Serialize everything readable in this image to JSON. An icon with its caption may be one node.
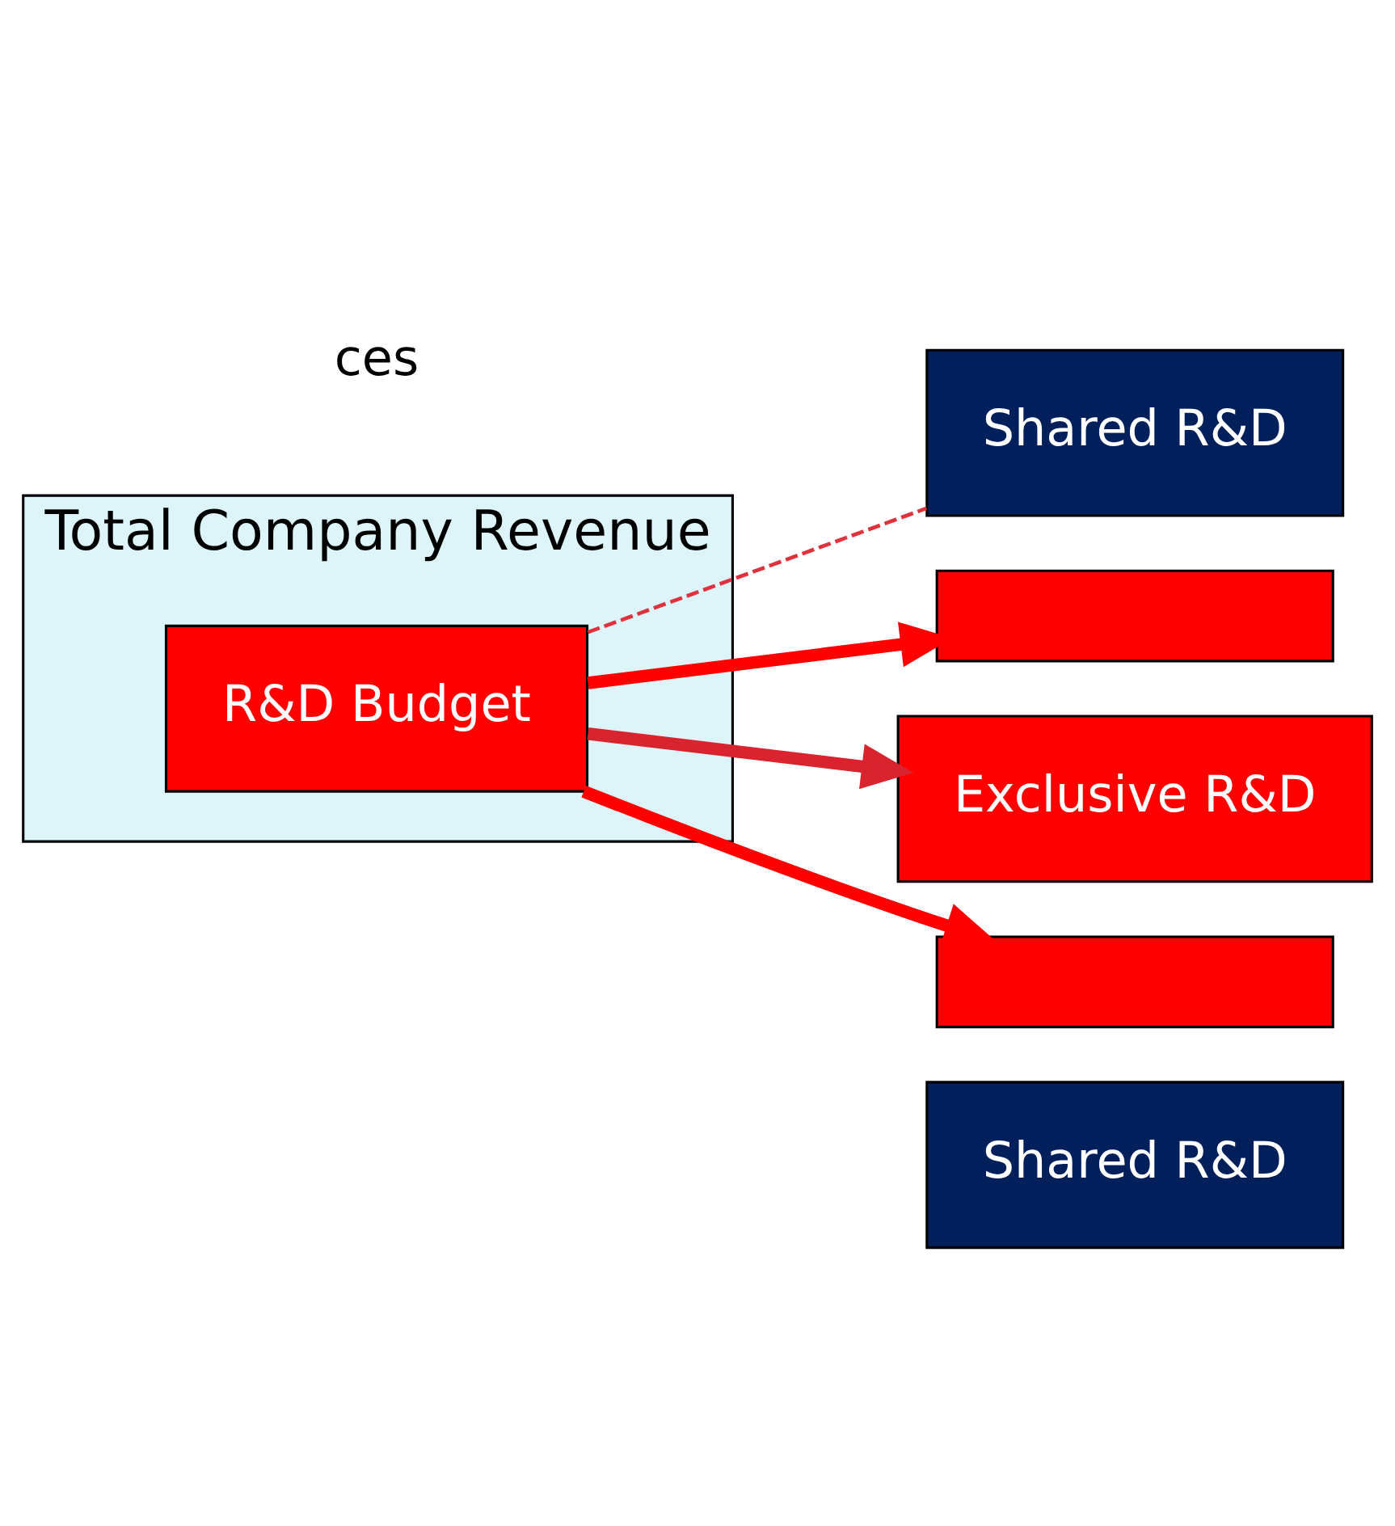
{
  "diagram": {
    "nodes": [
      {
        "text": [
          "Total Company Revenue"
        ]
      },
      {
        "text": [
          "R&D Budget"
        ],
        "in": 0
      },
      {
        "text": [
          "Shared R&D"
        ]
      },
      {
        "text": [],
        "shape": "bar"
      },
      {
        "text": [
          "Exclusive R&D"
        ]
      },
      {
        "text": [],
        "shape": "bar"
      },
      {
        "text": [
          "Shared R&D"
        ]
      }
    ],
    "edges": [
      {
        "from": 1,
        "to": 2,
        "arrow": "none",
        "style": "dashed",
        "color": "#e0323c"
      },
      {
        "from": 1,
        "to": 3,
        "arrow": "to"
      },
      {
        "from": 1,
        "to": 4,
        "arrow": "to",
        "color": "#d9232f"
      },
      {
        "from": 1,
        "to": 5,
        "arrow": "to"
      }
    ],
    "labels": [
      "ces"
    ]
  }
}
